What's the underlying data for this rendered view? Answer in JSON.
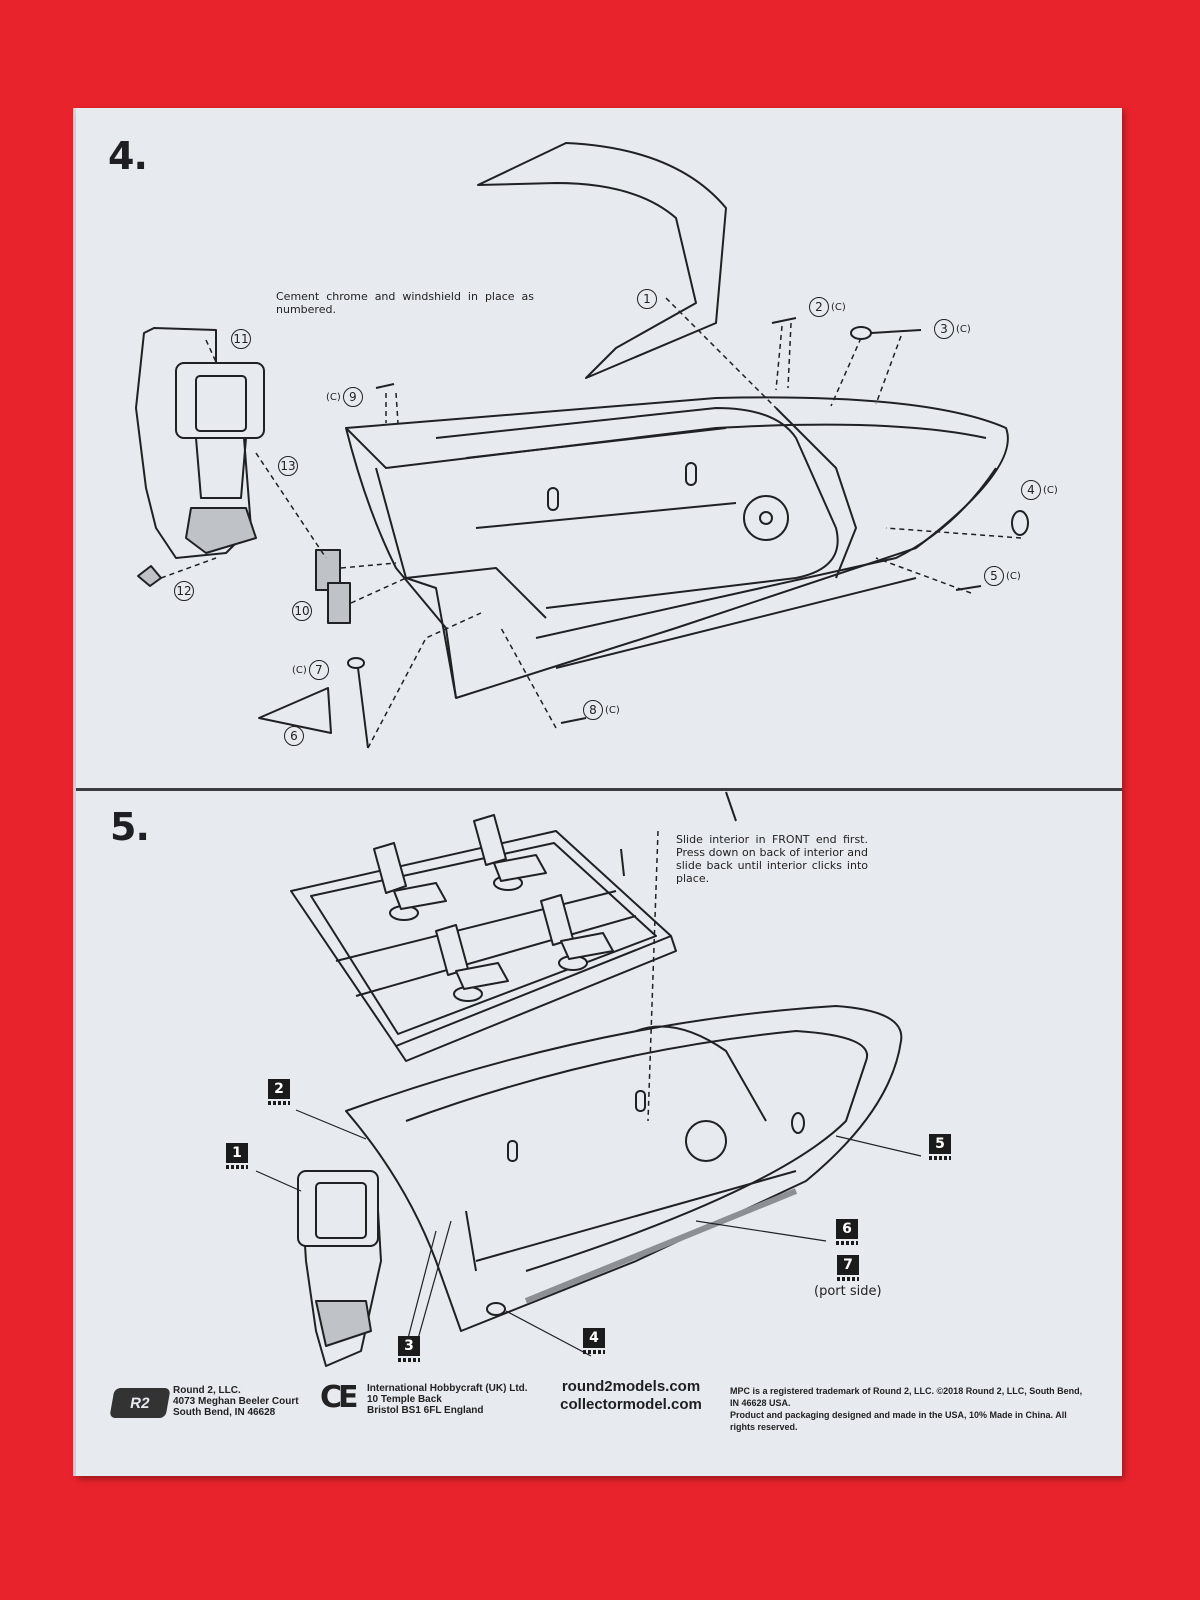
{
  "step4": {
    "number": "4.",
    "note": "Cement chrome and windshield in place as numbered.",
    "chrome_mark": "(C)",
    "parts": [
      "1",
      "2",
      "3",
      "4",
      "5",
      "6",
      "7",
      "8",
      "9",
      "10",
      "11",
      "12",
      "13"
    ]
  },
  "step5": {
    "number": "5.",
    "note": "Slide interior in FRONT end first. Press down on back of interior and slide back until interior clicks into place.",
    "decals": [
      "1",
      "2",
      "3",
      "4",
      "5",
      "6",
      "7"
    ],
    "port_side": "(port side)"
  },
  "footer": {
    "logo": "R2",
    "company": [
      "Round 2, LLC.",
      "4073 Meghan Beeler Court",
      "South Bend, IN 46628"
    ],
    "ce_mark": "CE",
    "uk": [
      "International Hobbycraft (UK) Ltd.",
      "10 Temple Back",
      "Bristol BS1 6FL England"
    ],
    "url1": "round2models.com",
    "url2": "collectormodel.com",
    "legal": [
      "MPC is a registered trademark of Round 2, LLC. ©2018 Round 2, LLC, South Bend, IN 46628 USA.",
      "Product and packaging designed and made in the USA, 10% Made in China. All rights reserved."
    ]
  },
  "colors": {
    "background": "#e8232c",
    "paper": "#e7eaee",
    "ink": "#1d1f22"
  }
}
